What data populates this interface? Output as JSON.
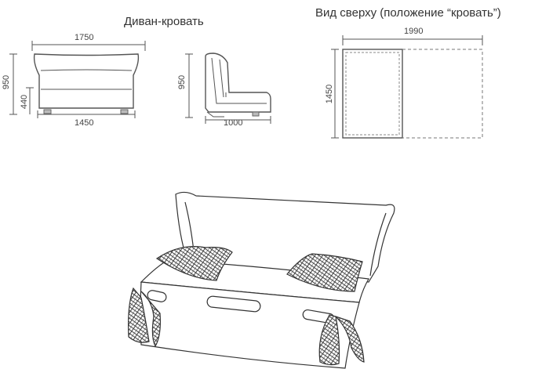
{
  "titles": {
    "sofa_bed": "Диван-кровать",
    "top_view": "Вид сверху (положение “кровать”)"
  },
  "front_view": {
    "width_top": "1750",
    "width_bottom": "1450",
    "height_total": "950",
    "seat_height": "440"
  },
  "side_view": {
    "height_total": "950",
    "depth": "1000"
  },
  "top_view": {
    "length": "1990",
    "width": "1450"
  },
  "colors": {
    "line": "#555555",
    "dashed": "#777777",
    "text": "#333333"
  }
}
